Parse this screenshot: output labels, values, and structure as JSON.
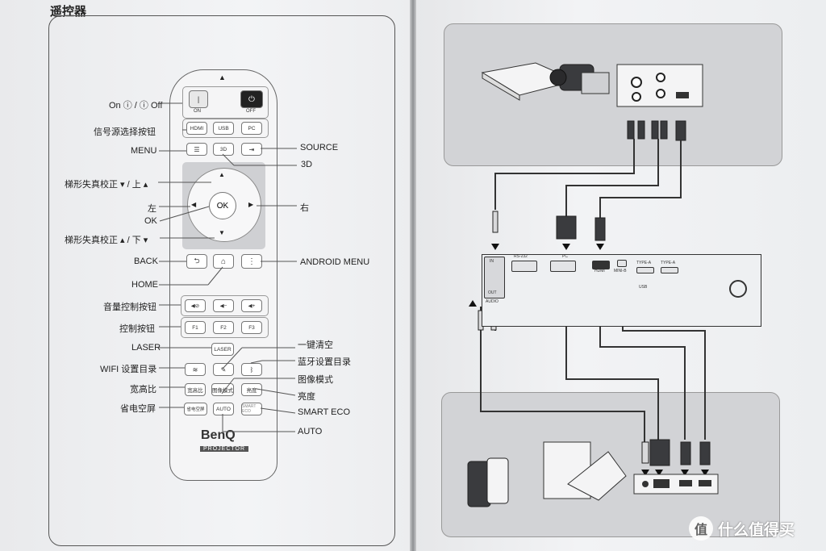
{
  "left_page": {
    "title": "遥控器",
    "labels_left": {
      "on_off": "On ⓘ / ⓘ Off",
      "source_select": "信号源选择按钮",
      "menu": "MENU",
      "keystone_up": "梯形失真校正 ▾ / 上 ▴",
      "left": "左",
      "ok": "OK",
      "keystone_down": "梯形失真校正 ▴ / 下 ▾",
      "back": "BACK",
      "home": "HOME",
      "volume": "音量控制按钮",
      "control": "控制按钮",
      "laser": "LASER",
      "wifi": "WIFI 设置目录",
      "aspect": "宽高比",
      "eco_blank": "省电空屏"
    },
    "labels_right": {
      "source": "SOURCE",
      "three_d": "3D",
      "right": "右",
      "android_menu": "ANDROID MENU",
      "one_key_clear": "一键清空",
      "bluetooth": "蓝牙设置目录",
      "picture_mode": "图像模式",
      "brightness": "亮度",
      "smart_eco": "SMART ECO",
      "auto": "AUTO"
    },
    "remote": {
      "laser_symbol": "▲",
      "on_label": "ON",
      "off_label": "OFF",
      "power_on": "|",
      "power_off": "⏻",
      "hdmi": "HDMI",
      "usb": "USB",
      "pc": "PC",
      "menu_icon": "☰",
      "three_d": "3D",
      "source_icon": "⇥",
      "up": "▲",
      "down": "▼",
      "left": "◀",
      "right": "▶",
      "ok": "OK",
      "back_icon": "⮌",
      "home_icon": "⌂",
      "more_icon": "⋮",
      "mute": "◀⊘",
      "vol_down": "◀−",
      "vol_up": "◀+",
      "f1": "F1",
      "f2": "F2",
      "f3": "F3",
      "laser": "LASER",
      "wifi_icon": "≋",
      "clear_icon": "✎",
      "bt_icon": "ᛒ",
      "aspect": "宽高比",
      "picture_mode": "图像模式",
      "brightness": "亮度",
      "eco_blank": "省电空屏",
      "auto": "AUTO",
      "smart_eco": "SMART ECO",
      "brand": "BenQ",
      "sub_brand": "PROJECTOR"
    }
  },
  "right_page": {
    "panel": {
      "in": "IN",
      "out": "OUT",
      "audio": "AUDIO",
      "rs232": "RS-232",
      "pc": "PC",
      "hdmi": "HDMI",
      "mini_b": "MINI-B",
      "type_a1": "TYPE-A",
      "type_a2": "TYPE-A",
      "usb": "USB"
    }
  },
  "watermark": {
    "icon": "值",
    "text": "什么值得买"
  }
}
